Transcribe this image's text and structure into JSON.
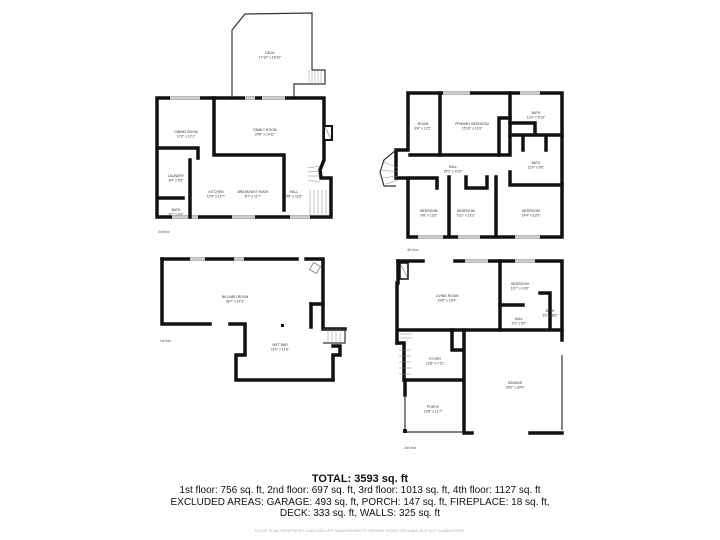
{
  "plans": [
    {
      "floor_label": "3rd floor",
      "rooms": [
        {
          "name": "DECK",
          "dims": "17'10\" x 18'10\""
        },
        {
          "name": "DINING ROOM",
          "dims": "12'0\" x 12'1\""
        },
        {
          "name": "FAMILY ROOM",
          "dims": "24'8\" x 14'11\""
        },
        {
          "name": "LAUNDRY",
          "dims": "6'0\" x 5'6\""
        },
        {
          "name": "KITCHEN",
          "dims": "12'5\" x 11'7\""
        },
        {
          "name": "BREAKFAST NOOK",
          "dims": "8'7\" x 11'7\""
        },
        {
          "name": "HALL",
          "dims": "5'6\" x 11'8\""
        },
        {
          "name": "BATH",
          "dims": "6'7\" x 4'3\""
        }
      ]
    },
    {
      "floor_label": "4th floor",
      "rooms": [
        {
          "name": "ROOM",
          "dims": "8'4\" x 12'2\""
        },
        {
          "name": "PRIMARY BEDROOM",
          "dims": "15'10\" x 13'3\""
        },
        {
          "name": "BATH",
          "dims": "11'0\" x 5'10\""
        },
        {
          "name": "BATH",
          "dims": "11'0\" x 9'6\""
        },
        {
          "name": "HALL",
          "dims": "25'2\" x 4'10\""
        },
        {
          "name": "BEDROOM",
          "dims": "9'8\" x 13'2\""
        },
        {
          "name": "BEDROOM",
          "dims": "9'11\" x 13'2\""
        },
        {
          "name": "BEDROOM",
          "dims": "14'4\" x 13'5\""
        }
      ]
    },
    {
      "floor_label": "1st floor",
      "rooms": [
        {
          "name": "BILLIARD ROOM",
          "dims": "36'7\" x 14'3\""
        },
        {
          "name": "WET BAR",
          "dims": "21'0\" x 12'6\""
        }
      ]
    },
    {
      "floor_label": "2nd floor",
      "rooms": [
        {
          "name": "LIVING ROOM",
          "dims": "23'6\" x 15'4\""
        },
        {
          "name": "BEDROOM",
          "dims": "13'7\" x 10'0\""
        },
        {
          "name": "HALL",
          "dims": "9'1\" x 5'0\""
        },
        {
          "name": "BATH",
          "dims": "6'2\" x 8'6\""
        },
        {
          "name": "FOYER",
          "dims": "12'8\" x 7'11\""
        },
        {
          "name": "GARAGE",
          "dims": "23'0\" x 20'9\""
        },
        {
          "name": "PORCH",
          "dims": "13'8\" x 11'7\""
        }
      ]
    }
  ],
  "summary": {
    "total": "TOTAL: 3593 sq. ft",
    "floors": "1st floor: 756 sq. ft, 2nd floor: 697 sq. ft, 3rd floor: 1013 sq. ft, 4th floor: 1127 sq. ft",
    "excluded_1": "EXCLUDED AREAS: GARAGE: 493 sq. ft, PORCH: 147 sq. ft, FIREPLACE: 18 sq. ft,",
    "excluded_2": "DECK: 333 sq. ft, WALLS: 325 sq. ft",
    "disclaimer": "FLOOR PLAN CREATED BY CUBICASA APP. MEASUREMENTS DEEMED HIGHLY RELIABLE BUT NOT GUARANTEED."
  }
}
